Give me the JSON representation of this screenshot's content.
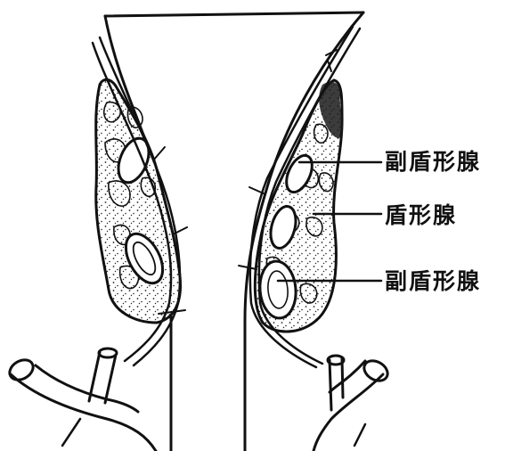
{
  "labels": {
    "upper": "副盾形腺",
    "middle": "盾形腺",
    "lower": "副盾形腺"
  }
}
